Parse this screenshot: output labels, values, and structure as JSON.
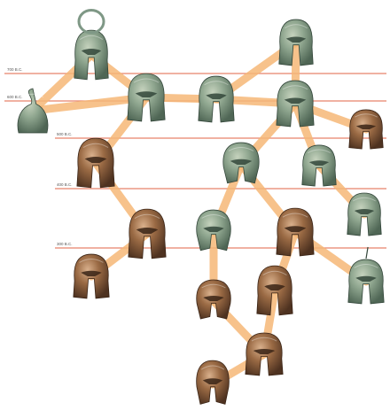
{
  "timeline": {
    "era_labels": [
      "700 B.C.",
      "600 B.C.",
      "500 B.C.",
      "400 B.C.",
      "300 B.C."
    ]
  },
  "colors": {
    "timeline_line": "#e8826a",
    "connector": "#f6b877",
    "bronze_green": "#8aa08a",
    "bronze_brown": "#8a5e3c"
  },
  "helmets": [
    {
      "id": "illyrian-crest",
      "tone": "green"
    },
    {
      "id": "kegel",
      "tone": "green"
    },
    {
      "id": "illyrian-early",
      "tone": "green"
    },
    {
      "id": "corinthian-early",
      "tone": "brown"
    },
    {
      "id": "corinthian-mid",
      "tone": "green"
    },
    {
      "id": "corinthian-top",
      "tone": "green"
    },
    {
      "id": "corinthian-late",
      "tone": "green"
    },
    {
      "id": "corinthian-dark",
      "tone": "brown"
    },
    {
      "id": "chalcidian-a",
      "tone": "green"
    },
    {
      "id": "chalcidian-b",
      "tone": "green"
    },
    {
      "id": "attic-left",
      "tone": "brown"
    },
    {
      "id": "attic-mid",
      "tone": "brown"
    },
    {
      "id": "chalcidian-c",
      "tone": "green"
    },
    {
      "id": "corinthian-right",
      "tone": "brown"
    },
    {
      "id": "phrygian-crested",
      "tone": "green"
    },
    {
      "id": "chalcidian-lower",
      "tone": "brown"
    },
    {
      "id": "corinthian-lower",
      "tone": "brown"
    },
    {
      "id": "phrygian-right",
      "tone": "green"
    },
    {
      "id": "pilos-bottom",
      "tone": "brown"
    },
    {
      "id": "thracian-bottom",
      "tone": "brown"
    }
  ]
}
